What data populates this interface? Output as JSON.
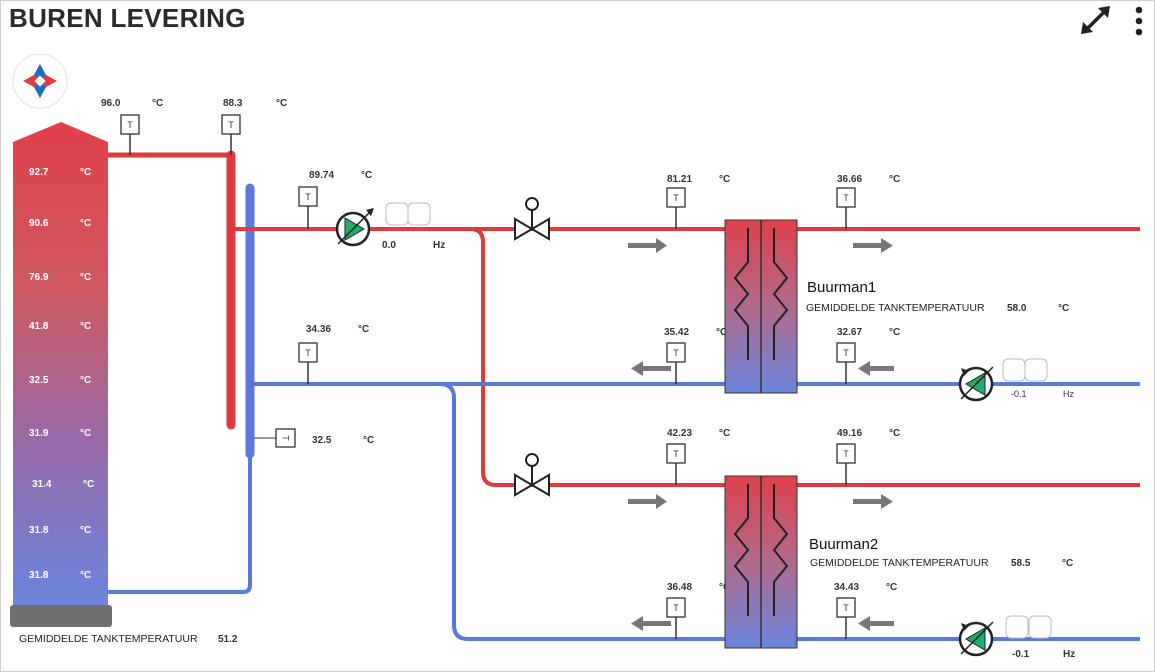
{
  "title": "BUREN LEVERING",
  "icons": {
    "expand": "expand-arrows-icon",
    "menu": "vertical-dots-menu-icon",
    "logo": "company-logo-icon"
  },
  "colors": {
    "hot": "#e0393e",
    "cold": "#5b78dc",
    "pump_active": "#1fae6e"
  },
  "units": {
    "temp": "°C",
    "freq": "Hz"
  },
  "sensor_symbol": "T",
  "tank": {
    "top_sensors": [
      {
        "value": "96.0"
      },
      {
        "value": "88.3"
      }
    ],
    "layers": [
      "92.7",
      "90.6",
      "76.9",
      "41.8",
      "32.5",
      "31.9",
      "31.4",
      "31.8",
      "31.8"
    ],
    "avg_label": "GEMIDDELDE TANKTEMPERATUUR",
    "avg_value": "51.2"
  },
  "supply": {
    "sensor": "89.74",
    "pump_freq": "0.0"
  },
  "return_sensor": "34.36",
  "header_sensor": "32.5",
  "buurman1": {
    "name": "Buurman1",
    "avg_label": "GEMIDDELDE TANKTEMPERATUUR",
    "avg_value": "58.0",
    "hot_in": "81.21",
    "hot_out": "36.66",
    "cold_out": "35.42",
    "cold_in": "32.67",
    "pump_freq": "-0.1"
  },
  "buurman2": {
    "name": "Buurman2",
    "avg_label": "GEMIDDELDE TANKTEMPERATUUR",
    "avg_value": "58.5",
    "hot_in": "42.23",
    "hot_out": "49.16",
    "cold_out": "36.48",
    "cold_in": "34.43",
    "pump_freq": "-0.1"
  }
}
